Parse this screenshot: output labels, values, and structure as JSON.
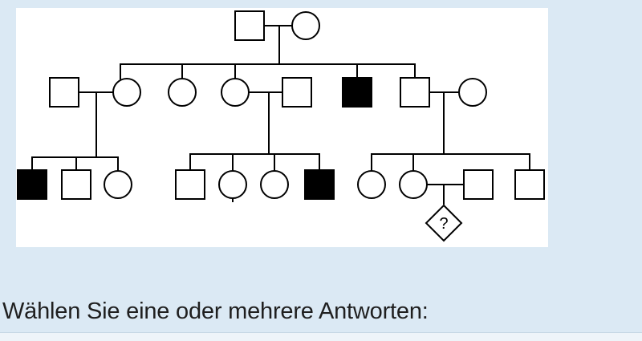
{
  "question": {
    "prompt": "Wählen Sie eine oder mehrere Antworten:"
  },
  "pedigree": {
    "unknown_marker": "?",
    "colors": {
      "line": "#000000",
      "affected_fill": "#000000",
      "unaffected_fill": "#ffffff",
      "figure_background": "#ffffff",
      "panel_background": "#dbe9f4"
    },
    "generations": [
      {
        "label": "generation-1",
        "individuals": [
          {
            "name": "gen1-father",
            "sex": "male",
            "affected": false
          },
          {
            "name": "gen1-mother",
            "sex": "female",
            "affected": false
          }
        ]
      },
      {
        "label": "generation-2",
        "individuals": [
          {
            "name": "gen2-spouse-1",
            "sex": "male",
            "affected": false
          },
          {
            "name": "gen2-daughter-1",
            "sex": "female",
            "affected": false
          },
          {
            "name": "gen2-daughter-2",
            "sex": "female",
            "affected": false
          },
          {
            "name": "gen2-daughter-3",
            "sex": "female",
            "affected": false
          },
          {
            "name": "gen2-spouse-2",
            "sex": "male",
            "affected": false
          },
          {
            "name": "gen2-son-affected",
            "sex": "male",
            "affected": true
          },
          {
            "name": "gen2-son-2",
            "sex": "male",
            "affected": false
          },
          {
            "name": "gen2-spouse-3",
            "sex": "female",
            "affected": false
          }
        ]
      },
      {
        "label": "generation-3",
        "individuals": [
          {
            "name": "gen3-a-son-affected",
            "sex": "male",
            "affected": true
          },
          {
            "name": "gen3-a-son",
            "sex": "male",
            "affected": false
          },
          {
            "name": "gen3-a-daughter",
            "sex": "female",
            "affected": false
          },
          {
            "name": "gen3-b-son",
            "sex": "male",
            "affected": false
          },
          {
            "name": "gen3-b-daughter-1",
            "sex": "female",
            "affected": false
          },
          {
            "name": "gen3-b-daughter-2",
            "sex": "female",
            "affected": false
          },
          {
            "name": "gen3-b-son-affected",
            "sex": "male",
            "affected": true
          },
          {
            "name": "gen3-c-daughter-1",
            "sex": "female",
            "affected": false
          },
          {
            "name": "gen3-c-daughter-2",
            "sex": "female",
            "affected": false
          },
          {
            "name": "gen3-c-spouse",
            "sex": "male",
            "affected": false
          },
          {
            "name": "gen3-c-son",
            "sex": "male",
            "affected": false
          }
        ]
      },
      {
        "label": "generation-4",
        "individuals": [
          {
            "name": "gen4-unknown-child",
            "sex": "unknown",
            "affected": null
          }
        ]
      }
    ]
  }
}
